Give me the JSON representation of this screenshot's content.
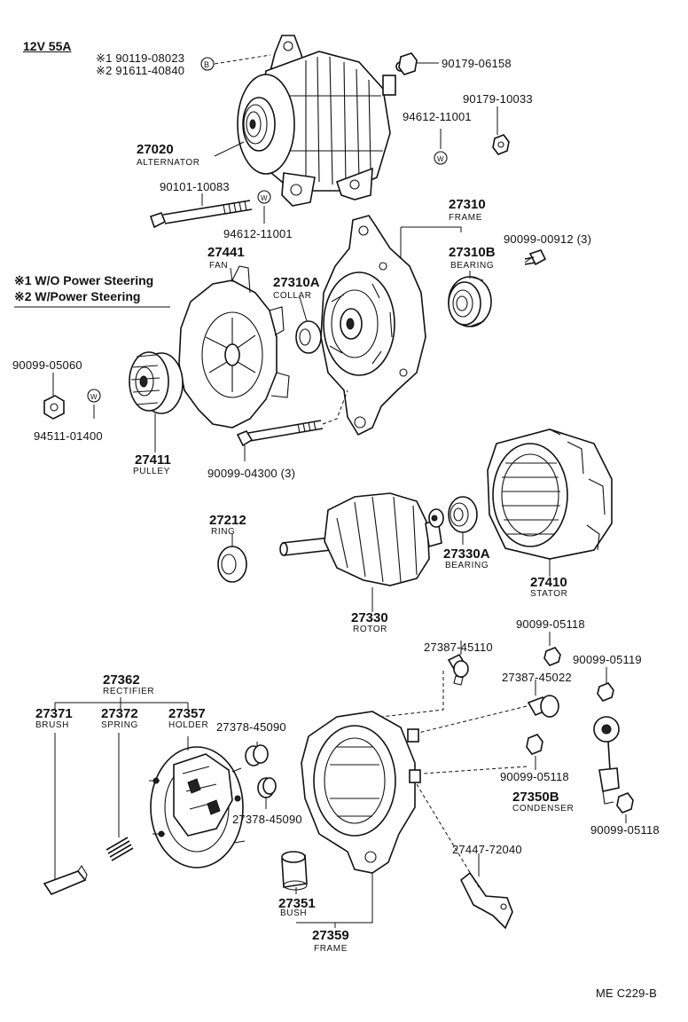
{
  "header": {
    "spec": "12V 55A"
  },
  "notes": [
    {
      "mark": "※1",
      "text": "W/O Power Steering"
    },
    {
      "mark": "※2",
      "text": "W/Power Steering"
    }
  ],
  "parts": [
    {
      "id": "p01",
      "number": "※1 90119-08023"
    },
    {
      "id": "p02",
      "number": "※2 91611-40840"
    },
    {
      "id": "p03",
      "number": "90179-06158"
    },
    {
      "id": "p04",
      "number": "90179-10033"
    },
    {
      "id": "p05",
      "number": "94612-11001"
    },
    {
      "id": "p06",
      "number": "27020",
      "name": "ALTERNATOR"
    },
    {
      "id": "p07",
      "number": "90101-10083"
    },
    {
      "id": "p08",
      "number": "94612-11001"
    },
    {
      "id": "p09",
      "number": "27310",
      "name": "FRAME"
    },
    {
      "id": "p10",
      "number": "27310B",
      "name": "BEARING"
    },
    {
      "id": "p11",
      "number": "90099-00912 (3)"
    },
    {
      "id": "p12",
      "number": "27441",
      "name": "FAN"
    },
    {
      "id": "p13",
      "number": "27310A",
      "name": "COLLAR"
    },
    {
      "id": "p14",
      "number": "90099-05060"
    },
    {
      "id": "p15",
      "number": "94511-01400"
    },
    {
      "id": "p16",
      "number": "27411",
      "name": "PULLEY"
    },
    {
      "id": "p17",
      "number": "90099-04300 (3)"
    },
    {
      "id": "p18",
      "number": "27212",
      "name": "RING"
    },
    {
      "id": "p19",
      "number": "27330A",
      "name": "BEARING"
    },
    {
      "id": "p20",
      "number": "27410",
      "name": "STATOR"
    },
    {
      "id": "p21",
      "number": "27330",
      "name": "ROTOR"
    },
    {
      "id": "p22",
      "number": "90099-05118"
    },
    {
      "id": "p23",
      "number": "27387-45110"
    },
    {
      "id": "p24",
      "number": "90099-05119"
    },
    {
      "id": "p25",
      "number": "27387-45022"
    },
    {
      "id": "p26",
      "number": "27362",
      "name": "RECTIFIER"
    },
    {
      "id": "p27",
      "number": "27371",
      "name": "BRUSH"
    },
    {
      "id": "p28",
      "number": "27372",
      "name": "SPRING"
    },
    {
      "id": "p29",
      "number": "27357",
      "name": "HOLDER"
    },
    {
      "id": "p30",
      "number": "27378-45090"
    },
    {
      "id": "p31",
      "number": "27378-45090"
    },
    {
      "id": "p32",
      "number": "90099-05118"
    },
    {
      "id": "p33",
      "number": "27350B",
      "name": "CONDENSER"
    },
    {
      "id": "p34",
      "number": "90099-05118"
    },
    {
      "id": "p35",
      "number": "27447-72040"
    },
    {
      "id": "p36",
      "number": "27351",
      "name": "BUSH"
    },
    {
      "id": "p37",
      "number": "27359",
      "name": "FRAME"
    }
  ],
  "footer": {
    "code": "ME  C229-B"
  }
}
